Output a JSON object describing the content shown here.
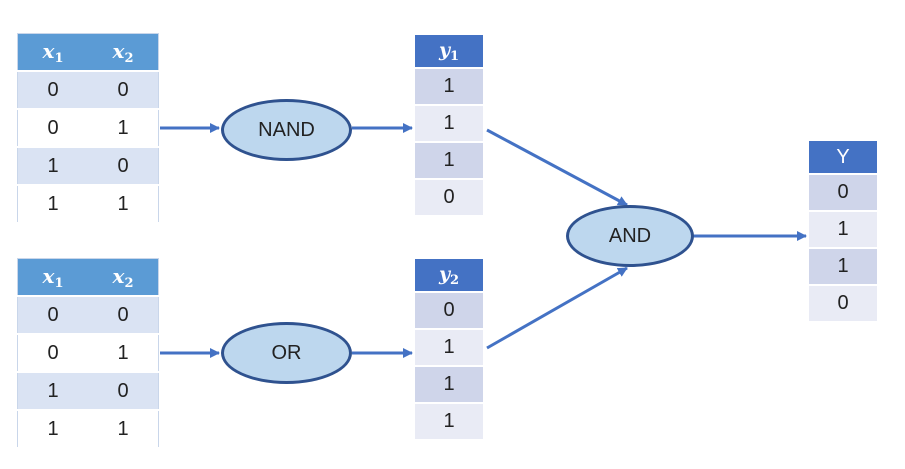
{
  "input_tables": [
    {
      "headers": [
        {
          "var": "x",
          "sub": "1"
        },
        {
          "var": "x",
          "sub": "2"
        }
      ],
      "rows": [
        [
          "0",
          "0"
        ],
        [
          "0",
          "1"
        ],
        [
          "1",
          "0"
        ],
        [
          "1",
          "1"
        ]
      ]
    },
    {
      "headers": [
        {
          "var": "x",
          "sub": "1"
        },
        {
          "var": "x",
          "sub": "2"
        }
      ],
      "rows": [
        [
          "0",
          "0"
        ],
        [
          "0",
          "1"
        ],
        [
          "1",
          "0"
        ],
        [
          "1",
          "1"
        ]
      ]
    }
  ],
  "gates": {
    "nand": "NAND",
    "or": "OR",
    "and": "AND"
  },
  "output_tables": {
    "y1": {
      "header_var": "y",
      "header_sub": "1",
      "values": [
        "1",
        "1",
        "1",
        "0"
      ]
    },
    "y2": {
      "header_var": "y",
      "header_sub": "2",
      "values": [
        "0",
        "1",
        "1",
        "1"
      ]
    },
    "Y": {
      "header": "Y",
      "values": [
        "0",
        "1",
        "1",
        "0"
      ]
    }
  },
  "colors": {
    "header_blue": "#5b9bd5",
    "header_dark_blue": "#4472c4",
    "gate_fill": "#bdd7ee",
    "gate_border": "#2f528f",
    "arrow": "#4472c4"
  }
}
